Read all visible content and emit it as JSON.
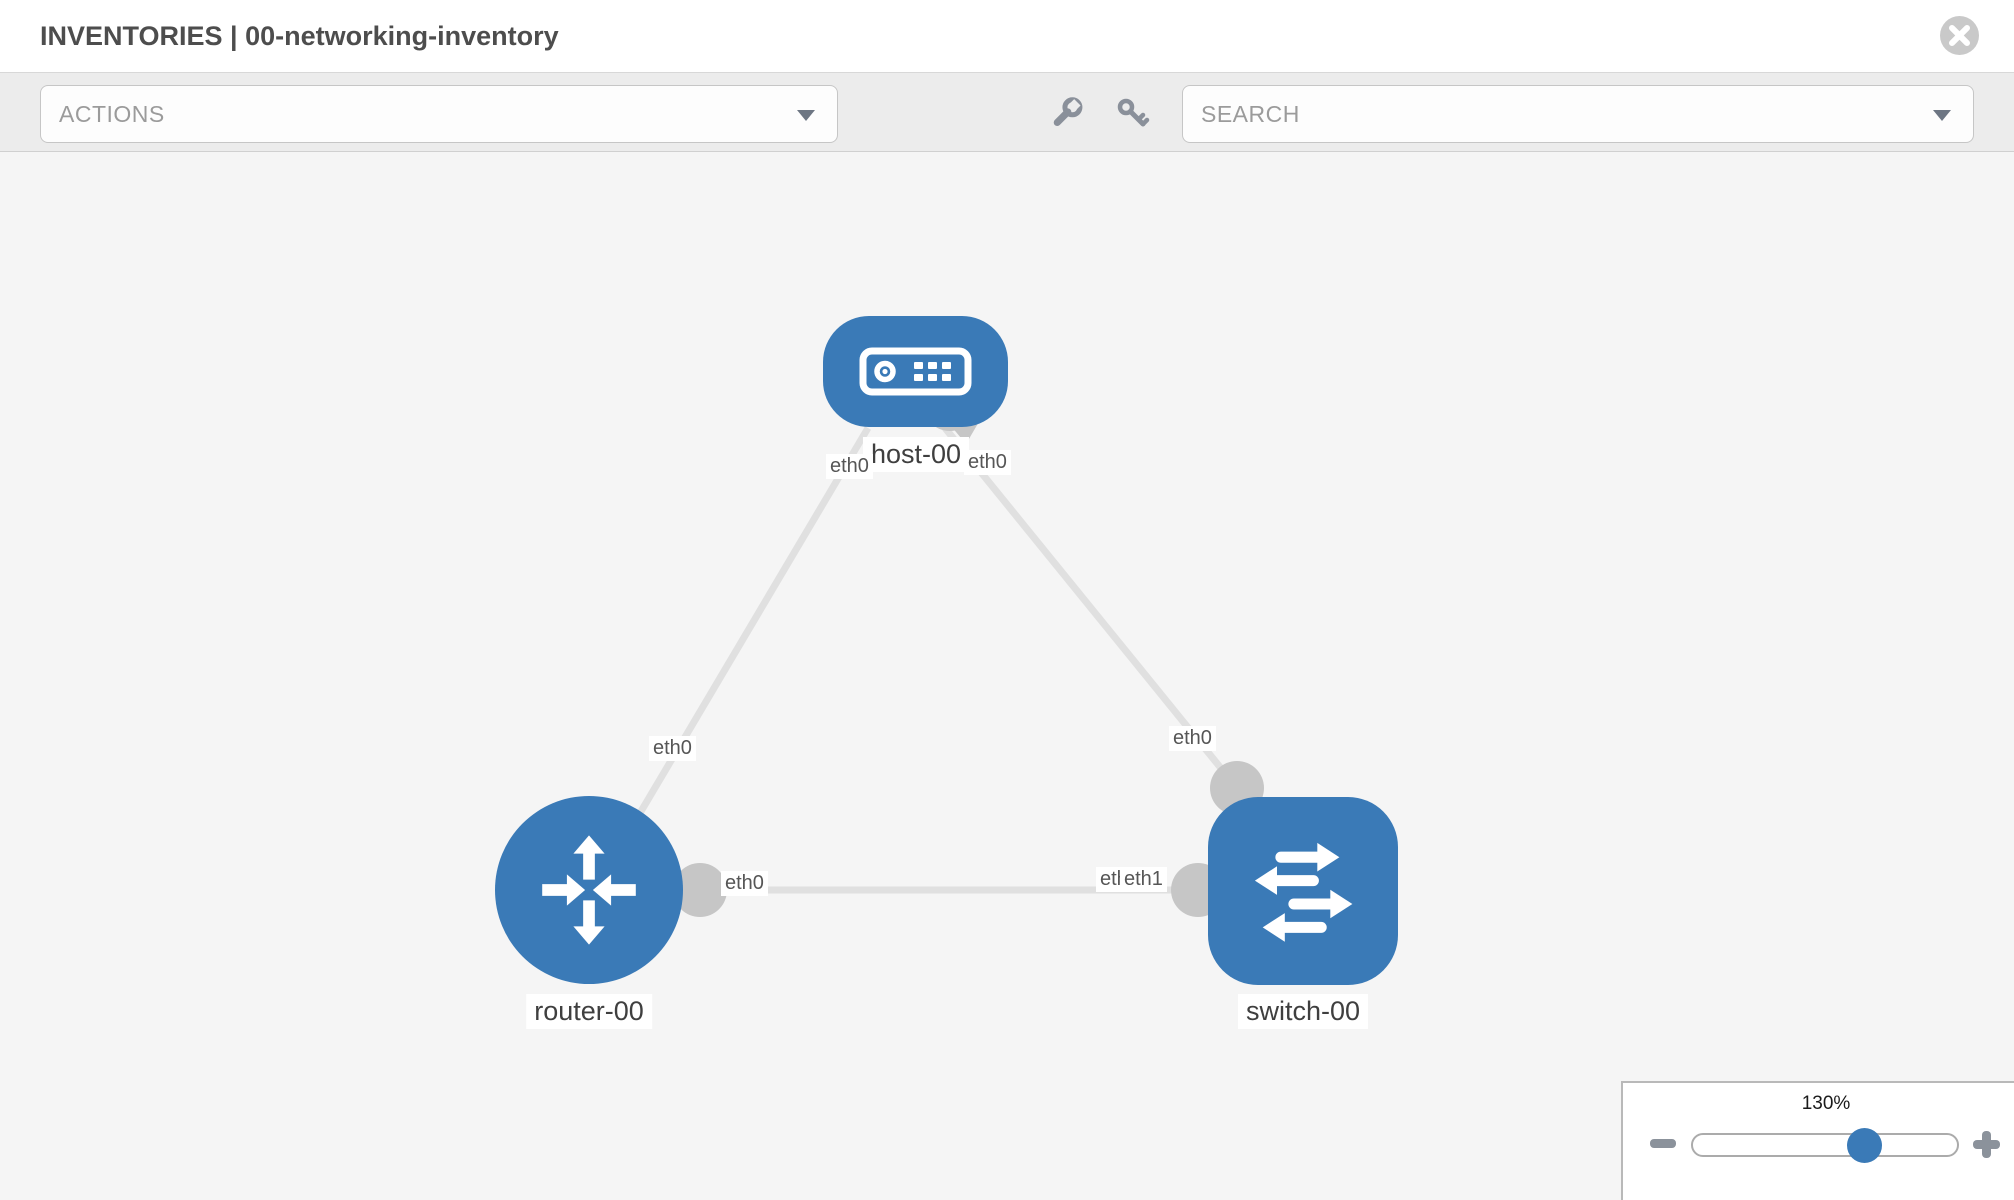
{
  "header": {
    "title": "INVENTORIES | 00-networking-inventory",
    "close_icon": "close-icon"
  },
  "toolbar": {
    "actions_label": "ACTIONS",
    "search_label": "SEARCH",
    "icons": [
      "wrench-icon",
      "key-icon"
    ]
  },
  "graph": {
    "nodes": [
      {
        "name": "host-00",
        "type": "host"
      },
      {
        "name": "router-00",
        "type": "router"
      },
      {
        "name": "switch-00",
        "type": "switch"
      }
    ],
    "links": [
      {
        "source": "host-00",
        "source_port": "eth0",
        "target": "router-00",
        "target_port": "eth0"
      },
      {
        "source": "host-00",
        "source_port": "eth0",
        "target": "switch-00",
        "target_port": "eth0"
      },
      {
        "source": "router-00",
        "source_port": "eth0",
        "target": "switch-00",
        "target_port": "eth1"
      }
    ],
    "port_labels": [
      "eth0",
      "eth0",
      "eth0",
      "eth0",
      "eth0",
      "eth0",
      "eth1"
    ],
    "colors": {
      "node_fill": "#3a7ab7",
      "link": "#e0e0e0",
      "connector": "#c6c6c6",
      "canvas_bg": "#f5f5f5"
    }
  },
  "zoom_control": {
    "level": "130%",
    "icons": [
      "minus-icon",
      "plus-icon"
    ]
  }
}
